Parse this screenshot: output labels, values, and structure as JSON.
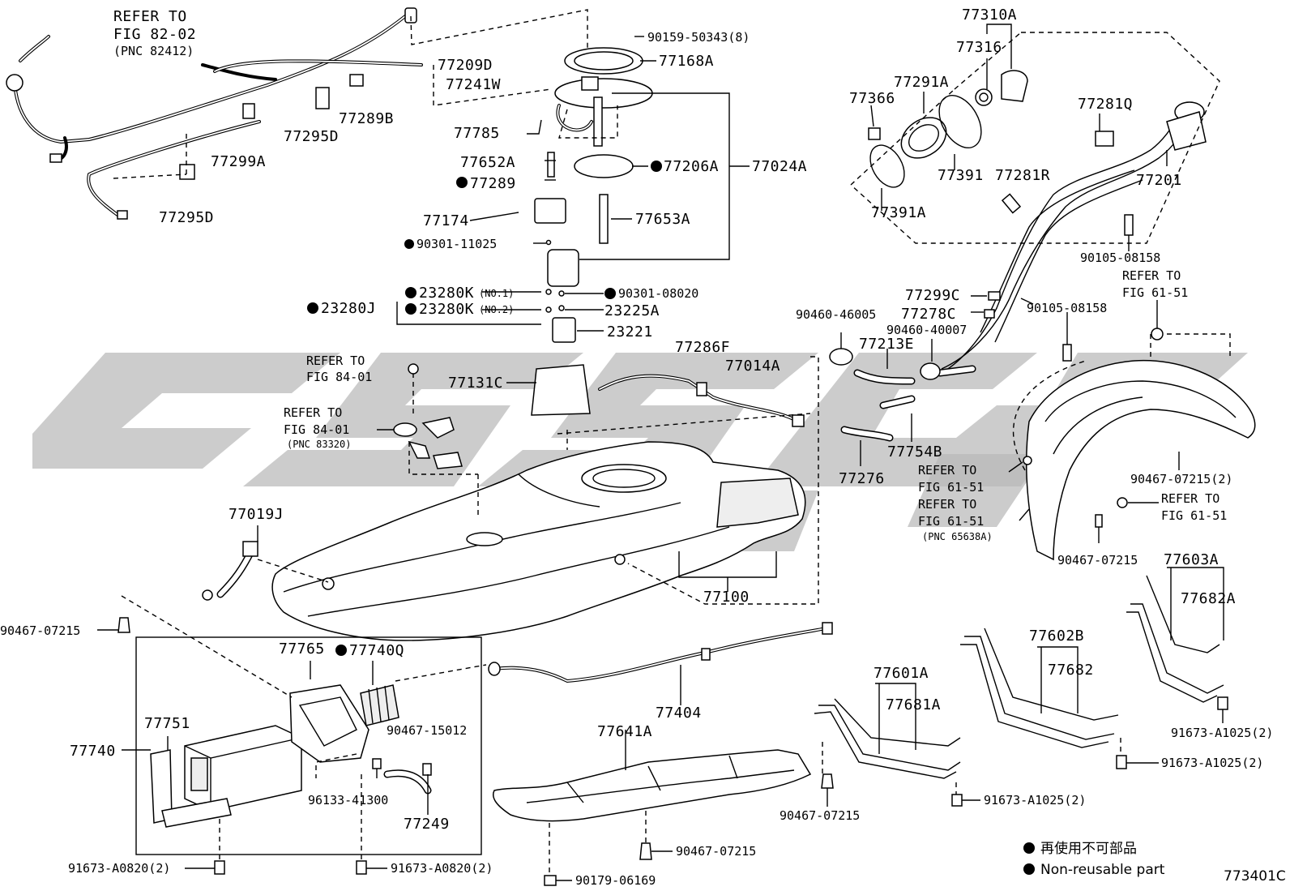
{
  "diagram": {
    "code": "773401C",
    "legend": {
      "jp": "再使用不可部品",
      "en": "Non-reusable part"
    },
    "labels": {
      "refer_82_02": [
        "REFER TO",
        "FIG 82-02",
        "(PNC 82412)"
      ],
      "p90159": "90159-50343(8)",
      "p77209D": "77209D",
      "p77241W": "77241W",
      "p77168A": "77168A",
      "p77289B": "77289B",
      "p77295D_a": "77295D",
      "p77299A": "77299A",
      "p77295D_b": "77295D",
      "p77785": "77785",
      "p77652A": "77652A",
      "p77289": "77289",
      "p77206A": "77206A",
      "p77024A": "77024A",
      "p77174": "77174",
      "p77653A": "77653A",
      "p90301_11025": "90301-11025",
      "p23280K_1": "23280K",
      "p23280K_1_no": "(NO.1)",
      "p23280J": "23280J",
      "p23280K_2": "23280K",
      "p23280K_2_no": "(NO.2)",
      "p90301_08020": "90301-08020",
      "p23225A": "23225A",
      "p23221": "23221",
      "refer_84_01_a": [
        "REFER TO",
        "FIG 84-01"
      ],
      "refer_84_01_b": [
        "REFER TO",
        "FIG 84-01",
        "(PNC 83320)"
      ],
      "p77131C": "77131C",
      "p77286F": "77286F",
      "p77014A": "77014A",
      "p77019J": "77019J",
      "p77100": "77100",
      "p77310A": "77310A",
      "p77316": "77316",
      "p77291A": "77291A",
      "p77366": "77366",
      "p77281Q": "77281Q",
      "p77391": "77391",
      "p77281R": "77281R",
      "p77201": "77201",
      "p77391A": "77391A",
      "p90105_08158_a": "90105-08158",
      "refer_61_51_a": [
        "REFER TO",
        "FIG 61-51"
      ],
      "p77299C": "77299C",
      "p77278C": "77278C",
      "p90460_46005": "90460-46005",
      "p90460_40007": "90460-40007",
      "p90105_08158_b": "90105-08158",
      "p77213E": "77213E",
      "p77754B": "77754B",
      "p77276": "77276",
      "refer_61_51_b": [
        "REFER TO",
        "FIG 61-51"
      ],
      "refer_61_51_c": [
        "REFER TO",
        "FIG 61-51",
        "(PNC 65638A)"
      ],
      "refer_61_51_d": [
        "REFER TO",
        "FIG 61-51"
      ],
      "p90467_07215_2a": "90467-07215(2)",
      "p90467_07215_a": "90467-07215",
      "p77603A": "77603A",
      "p77682A": "77682A",
      "p90467_07215_b": "90467-07215",
      "p77765": "77765",
      "p77740Q": "77740Q",
      "p77740": "77740",
      "p77751": "77751",
      "p90467_15012": "90467-15012",
      "p96133": "96133-41300",
      "p77249": "77249",
      "p77404": "77404",
      "p77641A": "77641A",
      "p77601A": "77601A",
      "p77681A": "77681A",
      "p77602B": "77602B",
      "p77682": "77682",
      "p91673_A1025_2a": "91673-A1025(2)",
      "p91673_A1025_2b": "91673-A1025(2)",
      "p91673_A1025_2c": "91673-A1025(2)",
      "p90467_07215_c": "90467-07215",
      "p90467_07215_d": "90467-07215",
      "p91673_A0820_2a": "91673-A0820(2)",
      "p91673_A0820_2b": "91673-A0820(2)",
      "p90179": "90179-06169"
    }
  }
}
